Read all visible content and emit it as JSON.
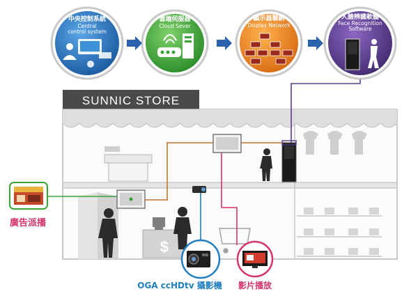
{
  "nodes": [
    {
      "title_cn": "中央控制系統",
      "title_en_1": "Central",
      "title_en_2": "control system",
      "color": "#2a6fb8",
      "icon": "computer-workstation-icon"
    },
    {
      "title_cn": "雲端伺服器",
      "title_en_1": "Cloud Sever",
      "color": "#3aa335",
      "icon": "cloud-server-icon"
    },
    {
      "title_cn": "顯示器聯網",
      "title_en_1": "Display Network",
      "color": "#ee8a1f",
      "icon": "brick-network-icon"
    },
    {
      "title_cn": "人臉辨識軟體",
      "title_en_1": "Face Recognition",
      "title_en_2": "Software",
      "color": "#5b3b8e",
      "icon": "face-recognition-kiosk-icon"
    }
  ],
  "store": {
    "name": "SUNNIC STORE"
  },
  "callouts": {
    "ads_label": "廣告派播",
    "camera_label": "OGA ccHDtv 攝影機",
    "video_label": "影片播放"
  },
  "colors": {
    "ads": "#d6336c",
    "camera": "#1f7fbf",
    "video": "#d6336c",
    "network_line": "#c8732a",
    "store_banner": "#4a4a4a",
    "arrow": "#2b62ae"
  }
}
